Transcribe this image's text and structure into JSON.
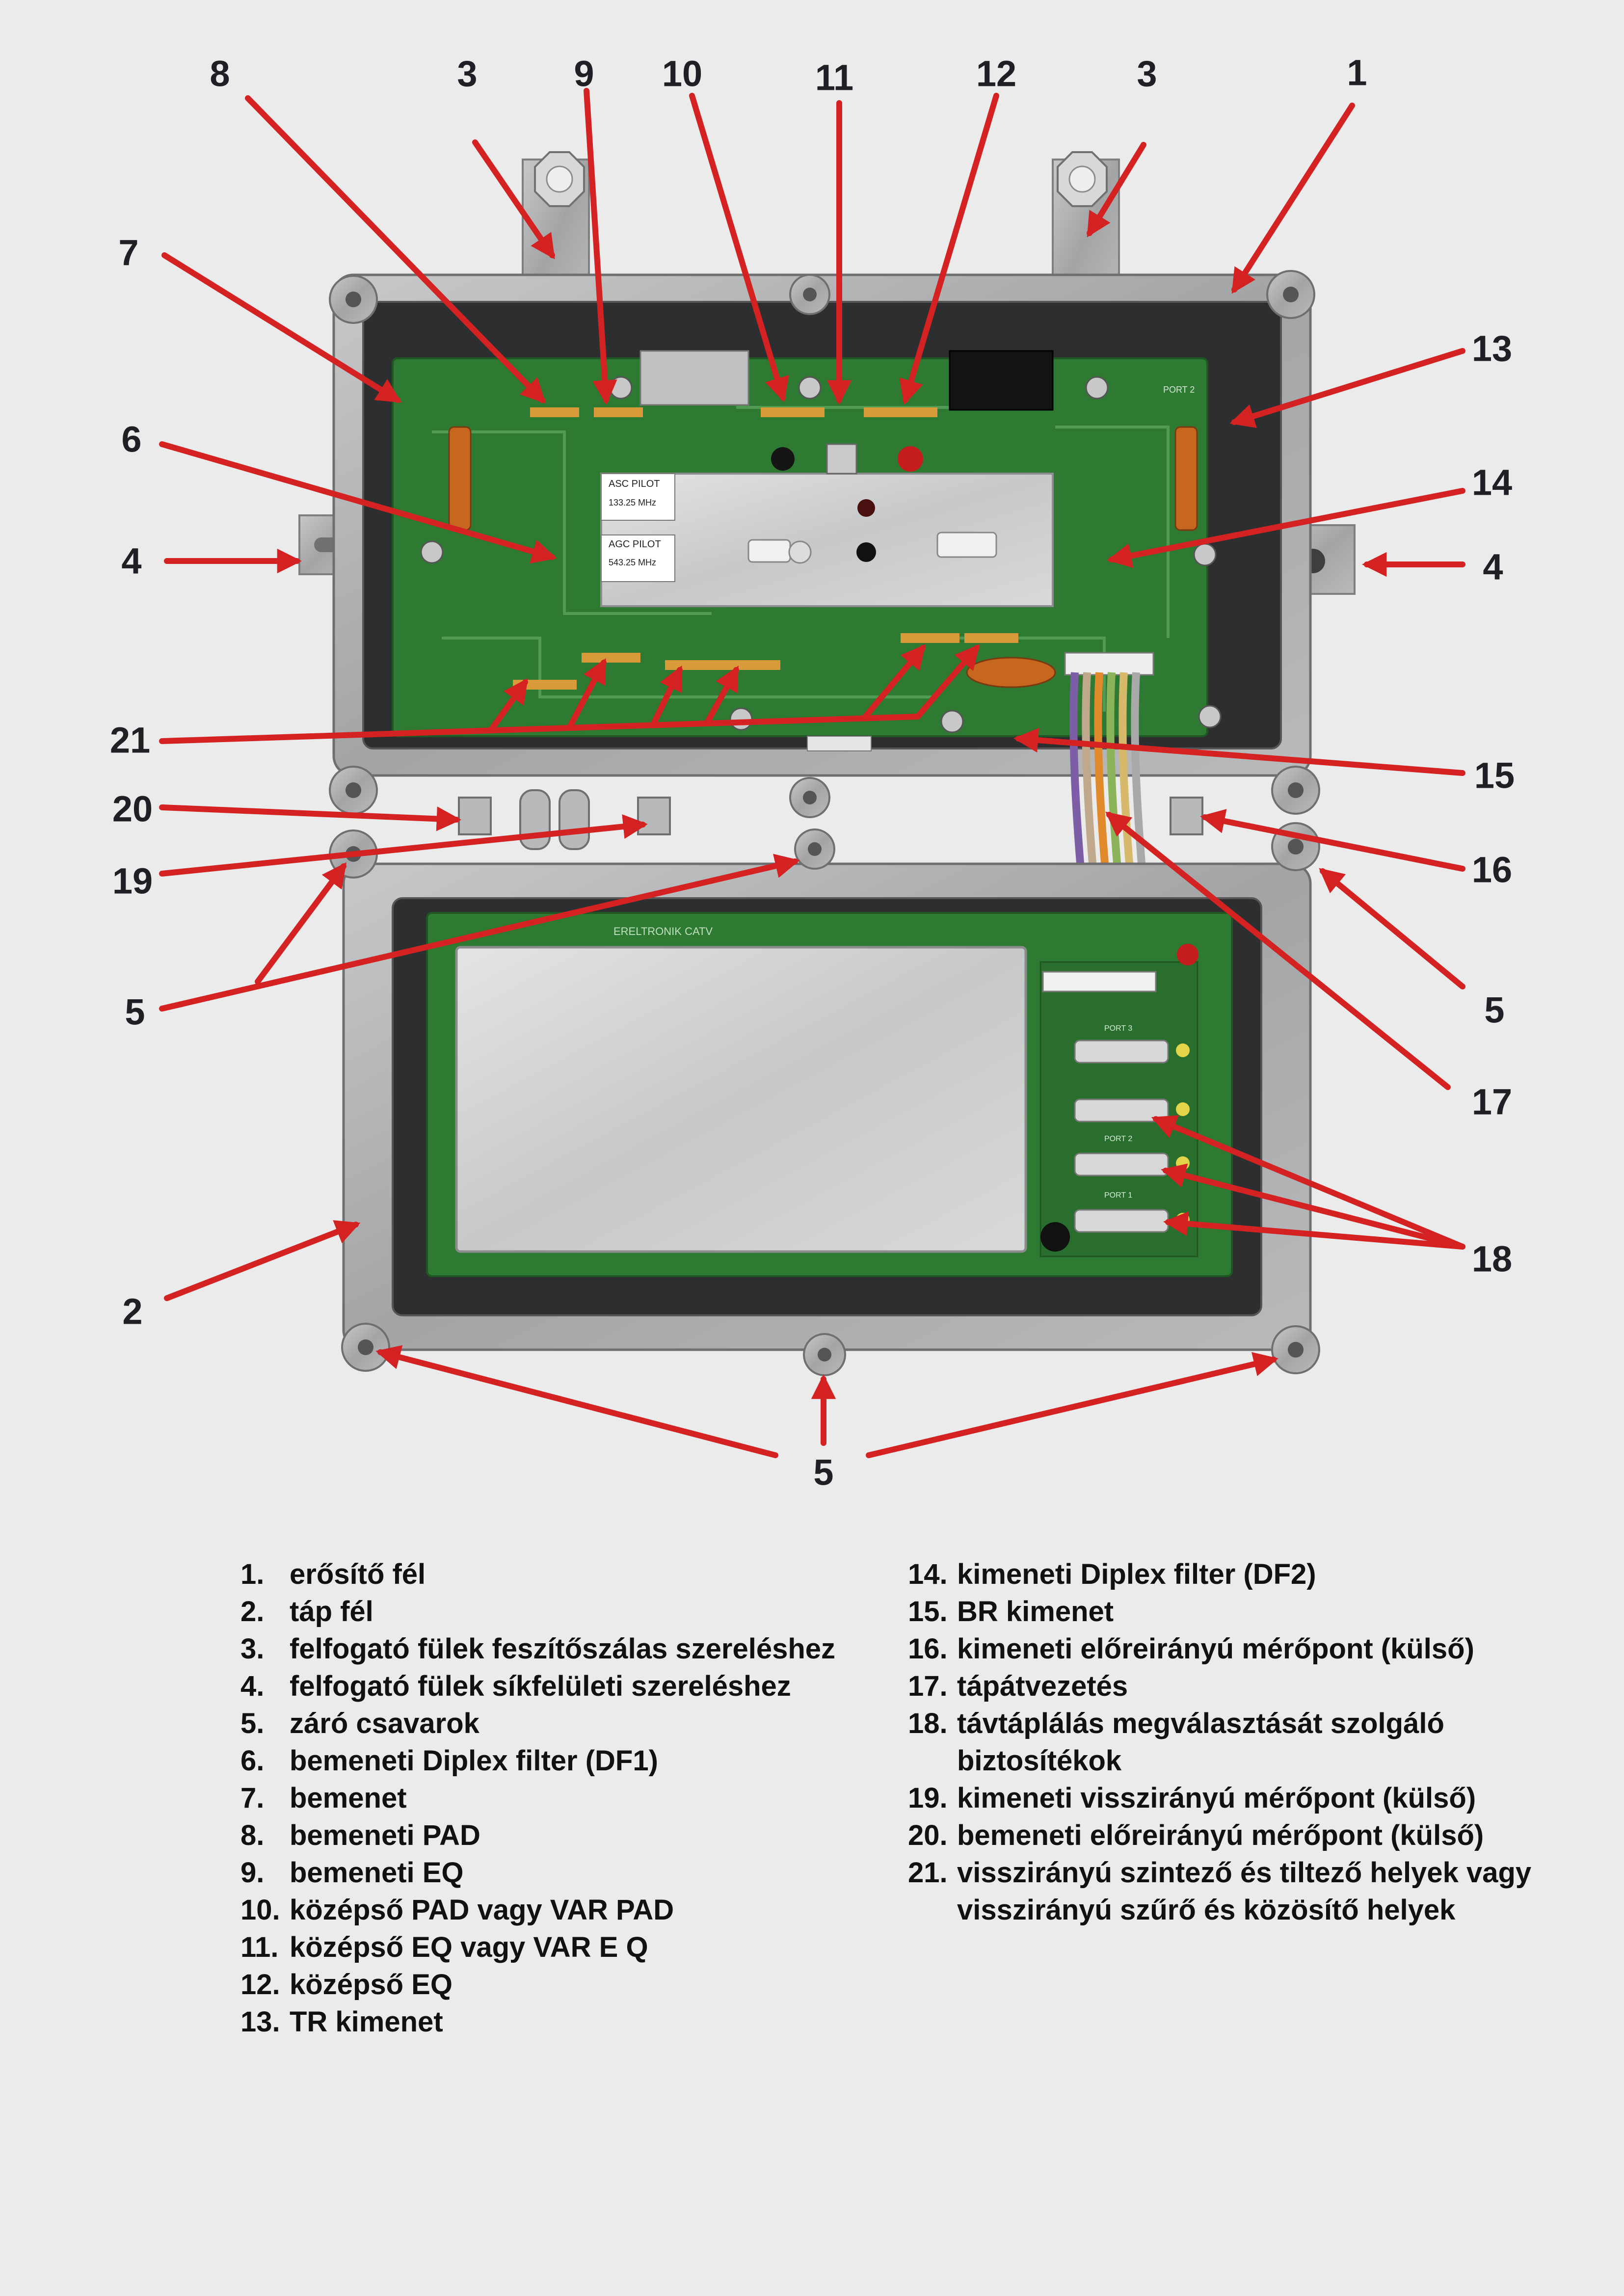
{
  "callouts": {
    "c1": "1",
    "c2": "2",
    "c3a": "3",
    "c3b": "3",
    "c4a": "4",
    "c4b": "4",
    "c5a": "5",
    "c5b": "5",
    "c5c": "5",
    "c6": "6",
    "c7": "7",
    "c8": "8",
    "c9": "9",
    "c10": "10",
    "c11": "11",
    "c12": "12",
    "c13": "13",
    "c14": "14",
    "c15": "15",
    "c16": "16",
    "c17": "17",
    "c18": "18",
    "c19": "19",
    "c20": "20",
    "c21": "21"
  },
  "pcb_labels": {
    "asc_pilot_title": "ASC PILOT",
    "asc_pilot_freq": "133.25 MHz",
    "agc_pilot_title": "AGC PILOT",
    "agc_pilot_freq": "543.25 MHz",
    "brand": "ERELTRONIK CATV",
    "port1": "PORT 1",
    "port2": "PORT 2",
    "port3": "PORT 3",
    "port_top": "PORT 2"
  },
  "legend": {
    "left": [
      {
        "num": "1.",
        "text": "erősítő fél"
      },
      {
        "num": "2.",
        "text": "táp fél"
      },
      {
        "num": "3.",
        "text": "felfogató fülek feszítőszálas szereléshez"
      },
      {
        "num": "4.",
        "text": "felfogató fülek síkfelületi szereléshez"
      },
      {
        "num": "5.",
        "text": "záró csavarok"
      },
      {
        "num": "6.",
        "text": "bemeneti Diplex filter (DF1)"
      },
      {
        "num": "7.",
        "text": "bemenet"
      },
      {
        "num": "8.",
        "text": "bemeneti PAD"
      },
      {
        "num": "9.",
        "text": "bemeneti EQ"
      },
      {
        "num": "10.",
        "text": "középső PAD vagy VAR PAD"
      },
      {
        "num": "11.",
        "text": "középső EQ vagy VAR E Q"
      },
      {
        "num": "12.",
        "text": "középső EQ"
      },
      {
        "num": "13.",
        "text": "TR kimenet"
      }
    ],
    "right": [
      {
        "num": "14.",
        "text": "kimeneti Diplex filter (DF2)"
      },
      {
        "num": "15.",
        "text": "BR kimenet"
      },
      {
        "num": "16.",
        "text": "kimeneti előreirányú mérőpont (külső)"
      },
      {
        "num": "17.",
        "text": "tápátvezetés"
      },
      {
        "num": "18.",
        "text": "távtáplálás megválasztását szolgáló biztosítékok"
      },
      {
        "num": "19.",
        "text": "kimeneti visszirányú mérőpont (külső)"
      },
      {
        "num": "20.",
        "text": "bemeneti előreirányú mérőpont (külső)"
      },
      {
        "num": "21.",
        "text": "visszirányú szintező és tiltező helyek vagy visszirányú szűrő és közösítő helyek"
      }
    ]
  },
  "colors": {
    "background": "#ebebeb",
    "arrow": "#d42222",
    "pcb": "#2f7a33",
    "housing": "#a9abad",
    "callout_text": "#1f2026"
  }
}
